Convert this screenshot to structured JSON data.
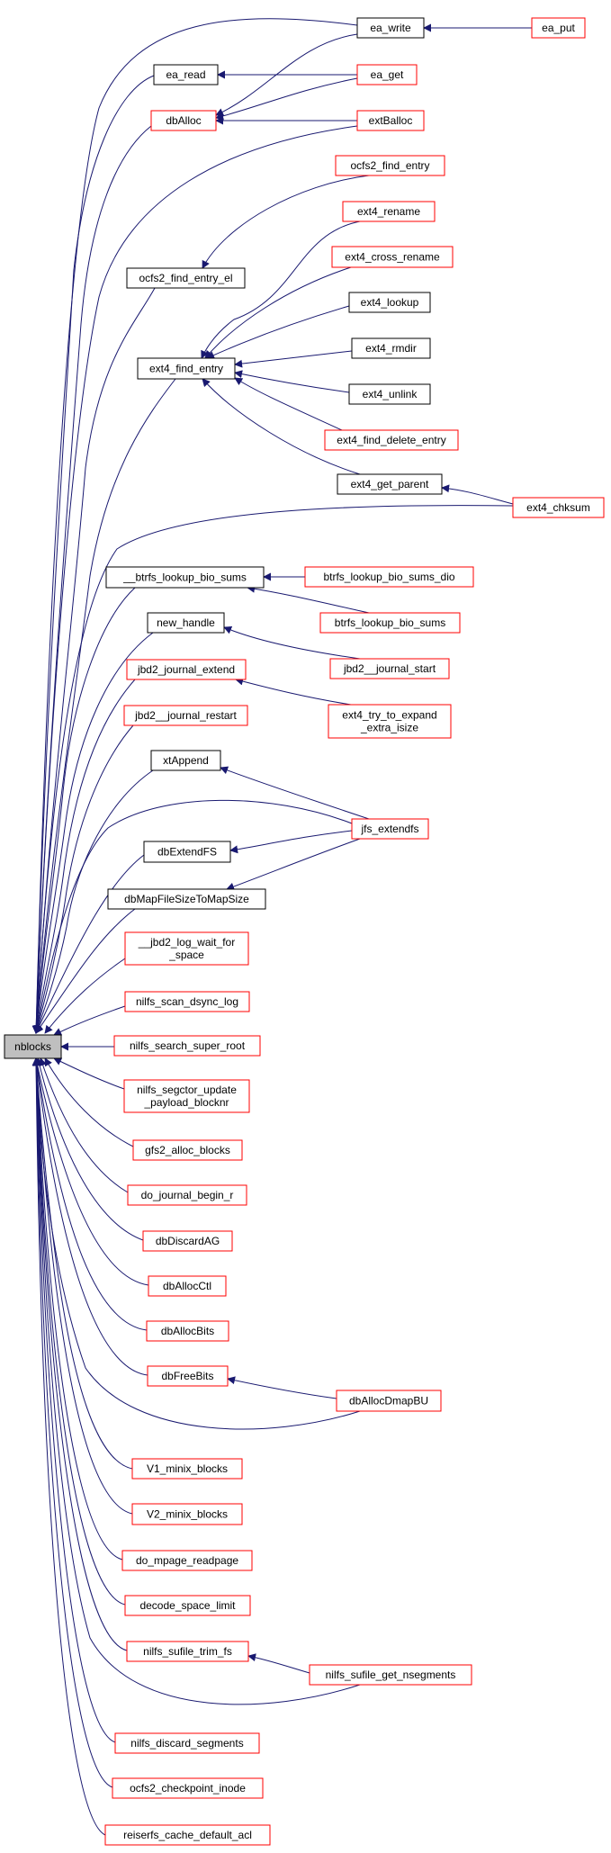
{
  "colors": {
    "edge": "#191970",
    "arrow": "#191970",
    "root_fill": "#bfbfbf",
    "node_border_black": "#000000",
    "node_border_red": "#ff0000",
    "node_fill": "#ffffff"
  },
  "root": {
    "id": "nblocks",
    "label": "nblocks"
  },
  "nodes": [
    {
      "id": "ea_write",
      "label": [
        "ea_write"
      ],
      "border": "black"
    },
    {
      "id": "ea_put",
      "label": [
        "ea_put"
      ],
      "border": "red"
    },
    {
      "id": "ea_read",
      "label": [
        "ea_read"
      ],
      "border": "black"
    },
    {
      "id": "ea_get",
      "label": [
        "ea_get"
      ],
      "border": "red"
    },
    {
      "id": "dbAlloc",
      "label": [
        "dbAlloc"
      ],
      "border": "red"
    },
    {
      "id": "extBalloc",
      "label": [
        "extBalloc"
      ],
      "border": "red"
    },
    {
      "id": "ocfs2_find_entry",
      "label": [
        "ocfs2_find_entry"
      ],
      "border": "red"
    },
    {
      "id": "ext4_rename",
      "label": [
        "ext4_rename"
      ],
      "border": "red"
    },
    {
      "id": "ext4_cross_rename",
      "label": [
        "ext4_cross_rename"
      ],
      "border": "red"
    },
    {
      "id": "ocfs2_find_entry_el",
      "label": [
        "ocfs2_find_entry_el"
      ],
      "border": "black"
    },
    {
      "id": "ext4_lookup",
      "label": [
        "ext4_lookup"
      ],
      "border": "black"
    },
    {
      "id": "ext4_rmdir",
      "label": [
        "ext4_rmdir"
      ],
      "border": "black"
    },
    {
      "id": "ext4_find_entry",
      "label": [
        "ext4_find_entry"
      ],
      "border": "black"
    },
    {
      "id": "ext4_unlink",
      "label": [
        "ext4_unlink"
      ],
      "border": "black"
    },
    {
      "id": "ext4_find_delete_entry",
      "label": [
        "ext4_find_delete_entry"
      ],
      "border": "red"
    },
    {
      "id": "ext4_get_parent",
      "label": [
        "ext4_get_parent"
      ],
      "border": "black"
    },
    {
      "id": "ext4_chksum",
      "label": [
        "ext4_chksum"
      ],
      "border": "red"
    },
    {
      "id": "__btrfs_lookup_bio_sums",
      "label": [
        "__btrfs_lookup_bio_sums"
      ],
      "border": "black"
    },
    {
      "id": "btrfs_lookup_bio_sums_dio",
      "label": [
        "btrfs_lookup_bio_sums_dio"
      ],
      "border": "red"
    },
    {
      "id": "btrfs_lookup_bio_sums",
      "label": [
        "btrfs_lookup_bio_sums"
      ],
      "border": "red"
    },
    {
      "id": "new_handle",
      "label": [
        "new_handle"
      ],
      "border": "black"
    },
    {
      "id": "jbd2__journal_start",
      "label": [
        "jbd2__journal_start"
      ],
      "border": "red"
    },
    {
      "id": "jbd2_journal_extend",
      "label": [
        "jbd2_journal_extend"
      ],
      "border": "red"
    },
    {
      "id": "ext4_try_to_expand_extra_isize",
      "label": [
        "ext4_try_to_expand",
        "_extra_isize"
      ],
      "border": "red"
    },
    {
      "id": "jbd2__journal_restart",
      "label": [
        "jbd2__journal_restart"
      ],
      "border": "red"
    },
    {
      "id": "xtAppend",
      "label": [
        "xtAppend"
      ],
      "border": "black"
    },
    {
      "id": "jfs_extendfs",
      "label": [
        "jfs_extendfs"
      ],
      "border": "red"
    },
    {
      "id": "dbExtendFS",
      "label": [
        "dbExtendFS"
      ],
      "border": "black"
    },
    {
      "id": "dbMapFileSizeToMapSize",
      "label": [
        "dbMapFileSizeToMapSize"
      ],
      "border": "black"
    },
    {
      "id": "__jbd2_log_wait_for_space",
      "label": [
        "__jbd2_log_wait_for",
        "_space"
      ],
      "border": "red"
    },
    {
      "id": "nilfs_scan_dsync_log",
      "label": [
        "nilfs_scan_dsync_log"
      ],
      "border": "red"
    },
    {
      "id": "nilfs_search_super_root",
      "label": [
        "nilfs_search_super_root"
      ],
      "border": "red"
    },
    {
      "id": "nilfs_segctor_update_payload_blocknr",
      "label": [
        "nilfs_segctor_update",
        "_payload_blocknr"
      ],
      "border": "red"
    },
    {
      "id": "gfs2_alloc_blocks",
      "label": [
        "gfs2_alloc_blocks"
      ],
      "border": "red"
    },
    {
      "id": "do_journal_begin_r",
      "label": [
        "do_journal_begin_r"
      ],
      "border": "red"
    },
    {
      "id": "dbDiscardAG",
      "label": [
        "dbDiscardAG"
      ],
      "border": "red"
    },
    {
      "id": "dbAllocCtl",
      "label": [
        "dbAllocCtl"
      ],
      "border": "red"
    },
    {
      "id": "dbAllocBits",
      "label": [
        "dbAllocBits"
      ],
      "border": "red"
    },
    {
      "id": "dbFreeBits",
      "label": [
        "dbFreeBits"
      ],
      "border": "red"
    },
    {
      "id": "dbAllocDmapBU",
      "label": [
        "dbAllocDmapBU"
      ],
      "border": "red"
    },
    {
      "id": "V1_minix_blocks",
      "label": [
        "V1_minix_blocks"
      ],
      "border": "red"
    },
    {
      "id": "V2_minix_blocks",
      "label": [
        "V2_minix_blocks"
      ],
      "border": "red"
    },
    {
      "id": "do_mpage_readpage",
      "label": [
        "do_mpage_readpage"
      ],
      "border": "red"
    },
    {
      "id": "decode_space_limit",
      "label": [
        "decode_space_limit"
      ],
      "border": "red"
    },
    {
      "id": "nilfs_sufile_trim_fs",
      "label": [
        "nilfs_sufile_trim_fs"
      ],
      "border": "red"
    },
    {
      "id": "nilfs_sufile_get_nsegments",
      "label": [
        "nilfs_sufile_get_nsegments"
      ],
      "border": "red"
    },
    {
      "id": "nilfs_discard_segments",
      "label": [
        "nilfs_discard_segments"
      ],
      "border": "red"
    },
    {
      "id": "ocfs2_checkpoint_inode",
      "label": [
        "ocfs2_checkpoint_inode"
      ],
      "border": "red"
    },
    {
      "id": "reiserfs_cache_default_acl",
      "label": [
        "reiserfs_cache_default_acl"
      ],
      "border": "red"
    }
  ],
  "edges": [
    {
      "from": "ea_write",
      "to": "nblocks"
    },
    {
      "from": "ea_put",
      "to": "ea_write"
    },
    {
      "from": "ea_read",
      "to": "nblocks"
    },
    {
      "from": "ea_get",
      "to": "ea_read"
    },
    {
      "from": "dbAlloc",
      "to": "nblocks"
    },
    {
      "from": "ea_write",
      "to": "dbAlloc"
    },
    {
      "from": "ea_get",
      "to": "dbAlloc"
    },
    {
      "from": "extBalloc",
      "to": "dbAlloc"
    },
    {
      "from": "extBalloc",
      "to": "nblocks"
    },
    {
      "from": "ocfs2_find_entry_el",
      "to": "nblocks"
    },
    {
      "from": "ocfs2_find_entry",
      "to": "ocfs2_find_entry_el"
    },
    {
      "from": "ext4_find_entry",
      "to": "nblocks"
    },
    {
      "from": "ext4_rename",
      "to": "ext4_find_entry"
    },
    {
      "from": "ext4_cross_rename",
      "to": "ext4_find_entry"
    },
    {
      "from": "ext4_lookup",
      "to": "ext4_find_entry"
    },
    {
      "from": "ext4_rmdir",
      "to": "ext4_find_entry"
    },
    {
      "from": "ext4_unlink",
      "to": "ext4_find_entry"
    },
    {
      "from": "ext4_find_delete_entry",
      "to": "ext4_find_entry"
    },
    {
      "from": "ext4_get_parent",
      "to": "ext4_find_entry"
    },
    {
      "from": "ext4_chksum",
      "to": "ext4_get_parent"
    },
    {
      "from": "ext4_chksum",
      "to": "nblocks"
    },
    {
      "from": "__btrfs_lookup_bio_sums",
      "to": "nblocks"
    },
    {
      "from": "btrfs_lookup_bio_sums_dio",
      "to": "__btrfs_lookup_bio_sums"
    },
    {
      "from": "btrfs_lookup_bio_sums",
      "to": "__btrfs_lookup_bio_sums"
    },
    {
      "from": "new_handle",
      "to": "nblocks"
    },
    {
      "from": "jbd2__journal_start",
      "to": "new_handle"
    },
    {
      "from": "jbd2_journal_extend",
      "to": "nblocks"
    },
    {
      "from": "ext4_try_to_expand_extra_isize",
      "to": "jbd2_journal_extend"
    },
    {
      "from": "jbd2__journal_restart",
      "to": "nblocks"
    },
    {
      "from": "xtAppend",
      "to": "nblocks"
    },
    {
      "from": "jfs_extendfs",
      "to": "xtAppend"
    },
    {
      "from": "jfs_extendfs",
      "to": "nblocks"
    },
    {
      "from": "dbExtendFS",
      "to": "nblocks"
    },
    {
      "from": "jfs_extendfs",
      "to": "dbExtendFS"
    },
    {
      "from": "dbMapFileSizeToMapSize",
      "to": "nblocks"
    },
    {
      "from": "jfs_extendfs",
      "to": "dbMapFileSizeToMapSize"
    },
    {
      "from": "__jbd2_log_wait_for_space",
      "to": "nblocks"
    },
    {
      "from": "nilfs_scan_dsync_log",
      "to": "nblocks"
    },
    {
      "from": "nilfs_search_super_root",
      "to": "nblocks"
    },
    {
      "from": "nilfs_segctor_update_payload_blocknr",
      "to": "nblocks"
    },
    {
      "from": "gfs2_alloc_blocks",
      "to": "nblocks"
    },
    {
      "from": "do_journal_begin_r",
      "to": "nblocks"
    },
    {
      "from": "dbDiscardAG",
      "to": "nblocks"
    },
    {
      "from": "dbAllocCtl",
      "to": "nblocks"
    },
    {
      "from": "dbAllocBits",
      "to": "nblocks"
    },
    {
      "from": "dbFreeBits",
      "to": "nblocks"
    },
    {
      "from": "dbAllocDmapBU",
      "to": "dbFreeBits"
    },
    {
      "from": "dbAllocDmapBU",
      "to": "nblocks"
    },
    {
      "from": "V1_minix_blocks",
      "to": "nblocks"
    },
    {
      "from": "V2_minix_blocks",
      "to": "nblocks"
    },
    {
      "from": "do_mpage_readpage",
      "to": "nblocks"
    },
    {
      "from": "decode_space_limit",
      "to": "nblocks"
    },
    {
      "from": "nilfs_sufile_trim_fs",
      "to": "nblocks"
    },
    {
      "from": "nilfs_sufile_get_nsegments",
      "to": "nilfs_sufile_trim_fs"
    },
    {
      "from": "nilfs_sufile_get_nsegments",
      "to": "nblocks"
    },
    {
      "from": "nilfs_discard_segments",
      "to": "nblocks"
    },
    {
      "from": "ocfs2_checkpoint_inode",
      "to": "nblocks"
    },
    {
      "from": "reiserfs_cache_default_acl",
      "to": "nblocks"
    }
  ]
}
